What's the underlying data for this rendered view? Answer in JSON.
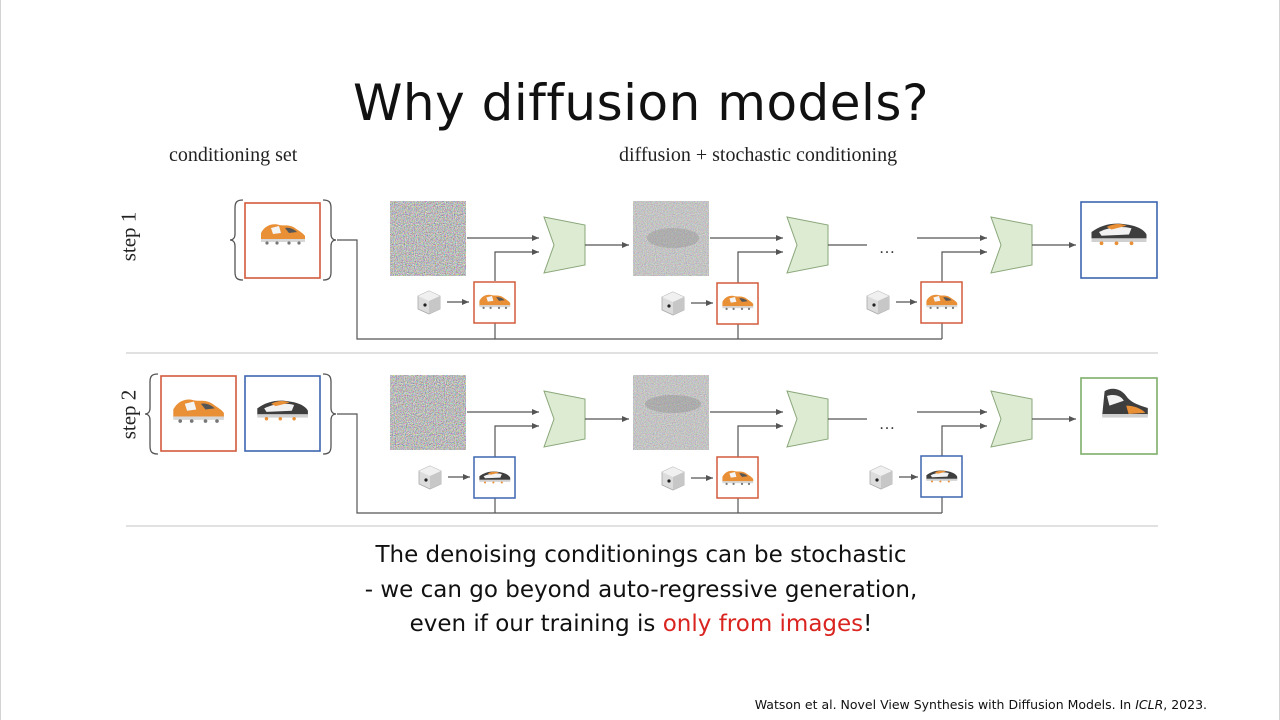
{
  "slide": {
    "title": "Why diffusion models?",
    "figure": {
      "header_left": "conditioning set",
      "header_right": "diffusion + stochastic conditioning",
      "step1_label": "step 1",
      "step2_label": "step 2",
      "ellipsis": "…"
    },
    "caption": {
      "line1": "The denoising conditionings can be stochastic",
      "line2": "- we can go beyond auto-regressive generation,",
      "line3_prefix": "even if our training is ",
      "line3_highlight": "only from images",
      "line3_suffix": "!"
    },
    "citation": {
      "text": "Watson et al. Novel View Synthesis with Diffusion Models. In ",
      "venue": "ICLR",
      "year": ", 2023."
    },
    "colors": {
      "red_frame": "#d45a3c",
      "blue_frame": "#3d66b0",
      "green_frame": "#7fae6a",
      "unet_fill": "#dcebd2",
      "highlight": "#d9241f"
    }
  }
}
